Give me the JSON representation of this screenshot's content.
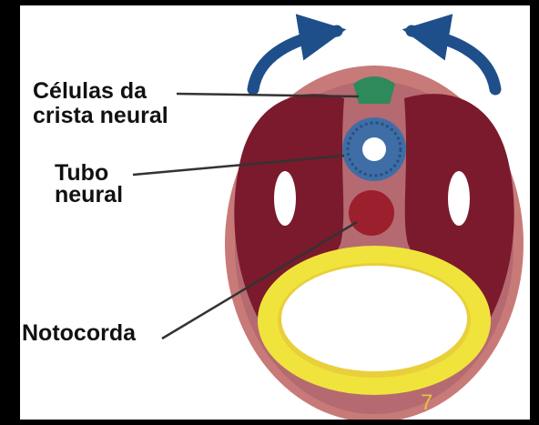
{
  "labels": {
    "neural_crest_line1": "Células da",
    "neural_crest_line2": "crista neural",
    "neural_tube_line1": "Tubo",
    "neural_tube_line2": "neural",
    "notochord": "Notocorda"
  },
  "slide_number": "7",
  "colors": {
    "background": "#000000",
    "panel": "#ffffff",
    "outer_layer": "#c87a78",
    "somite": "#7b1a2c",
    "neural_tube": "#3f6ea6",
    "neural_crest": "#2e8a5a",
    "notochord": "#9c1f2e",
    "endoderm_ring": "#f0e43c",
    "arrow": "#1f4f8a",
    "slide_number": "#e8c23c"
  }
}
